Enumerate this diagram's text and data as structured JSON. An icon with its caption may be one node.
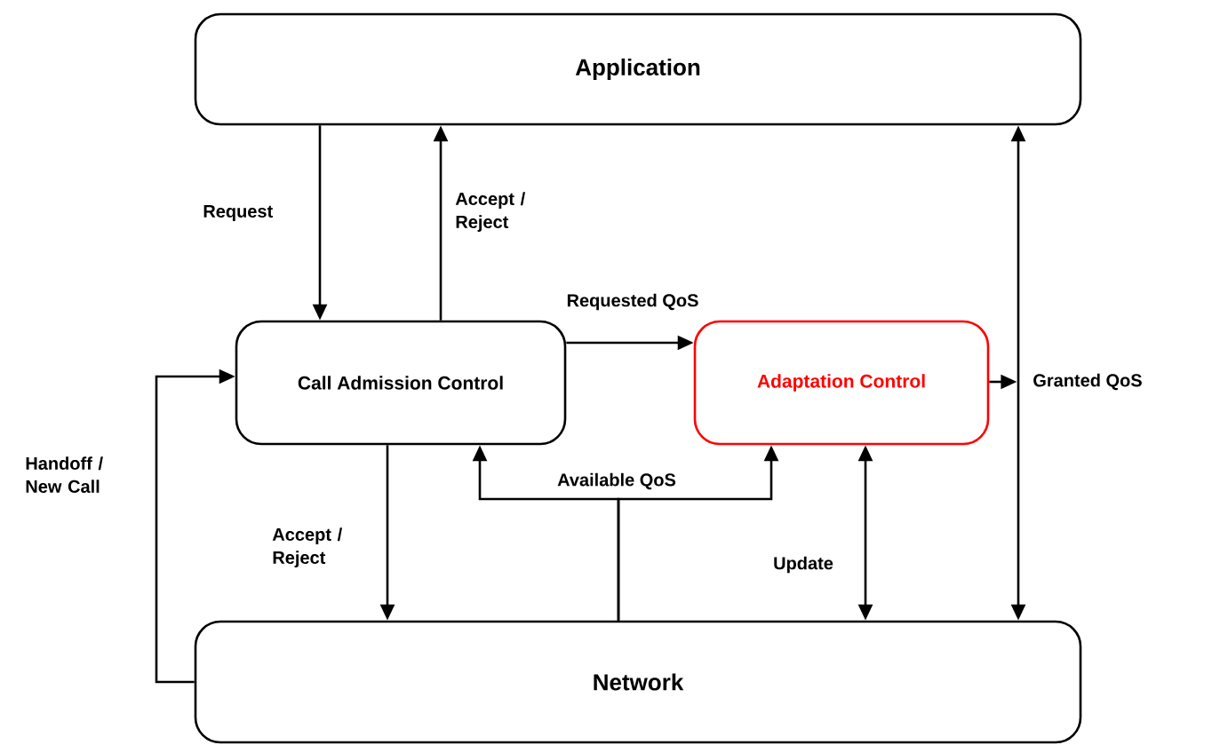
{
  "diagram": {
    "nodes": [
      {
        "text": [
          "Application"
        ]
      },
      {
        "text": [
          "Call Admission Control"
        ]
      },
      {
        "text": [
          "Adaptation Control"
        ]
      },
      {
        "text": [
          "Network"
        ]
      }
    ],
    "edges": [
      {
        "from": 0,
        "to": 1,
        "arrow": "to",
        "label": "Request"
      },
      {
        "from": 1,
        "to": 0,
        "arrow": "to",
        "label": "Accept / Reject"
      },
      {
        "from": 1,
        "to": 2,
        "arrow": "to",
        "label": "Requested QoS"
      },
      {
        "from": 1,
        "to": 3,
        "arrow": "to",
        "label": "Accept / Reject"
      },
      {
        "from": 3,
        "to": 1,
        "arrow": "to",
        "label": "Available QoS"
      },
      {
        "from": 3,
        "to": 2,
        "arrow": "to"
      },
      {
        "from": 2,
        "to": 3,
        "arrow": "both",
        "label": "Update"
      },
      {
        "from": 0,
        "to": 3,
        "arrow": "both"
      },
      {
        "from": 2,
        "to": null,
        "arrow": "to",
        "label": "Granted QoS"
      },
      {
        "from": 3,
        "to": 1,
        "arrow": "to",
        "label": "Handoff / New Call"
      }
    ]
  }
}
